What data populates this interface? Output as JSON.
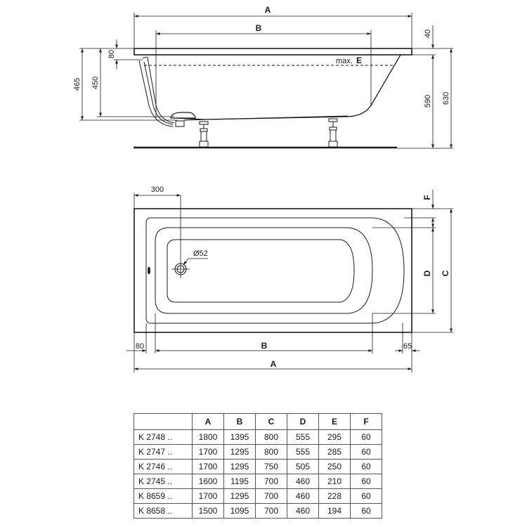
{
  "side_view": {
    "dim_A": "A",
    "dim_B": "B",
    "max_label": "max.",
    "max_var": "E",
    "dim_40": "40",
    "dim_590": "590",
    "dim_630": "630",
    "dim_80": "80",
    "dim_450": "450",
    "dim_465": "465"
  },
  "top_view": {
    "dim_300": "300",
    "drain_dia": "Ø52",
    "dim_F": "F",
    "dim_D": "D",
    "dim_C": "C",
    "dim_80": "80",
    "dim_B": "B",
    "dim_65": "65",
    "dim_A": "A"
  },
  "table": {
    "headers": [
      "",
      "A",
      "B",
      "C",
      "D",
      "E",
      "F"
    ],
    "rows": [
      [
        "K 2748 ..",
        "1800",
        "1395",
        "800",
        "555",
        "295",
        "60"
      ],
      [
        "K 2747 ..",
        "1700",
        "1295",
        "800",
        "555",
        "285",
        "60"
      ],
      [
        "K 2746 ..",
        "1700",
        "1295",
        "750",
        "505",
        "250",
        "60"
      ],
      [
        "K 2745 ..",
        "1600",
        "1195",
        "700",
        "460",
        "210",
        "60"
      ],
      [
        "K 8659 ..",
        "1700",
        "1295",
        "700",
        "460",
        "228",
        "60"
      ],
      [
        "K 8658 ..",
        "1500",
        "1095",
        "700",
        "460",
        "194",
        "60"
      ]
    ]
  }
}
